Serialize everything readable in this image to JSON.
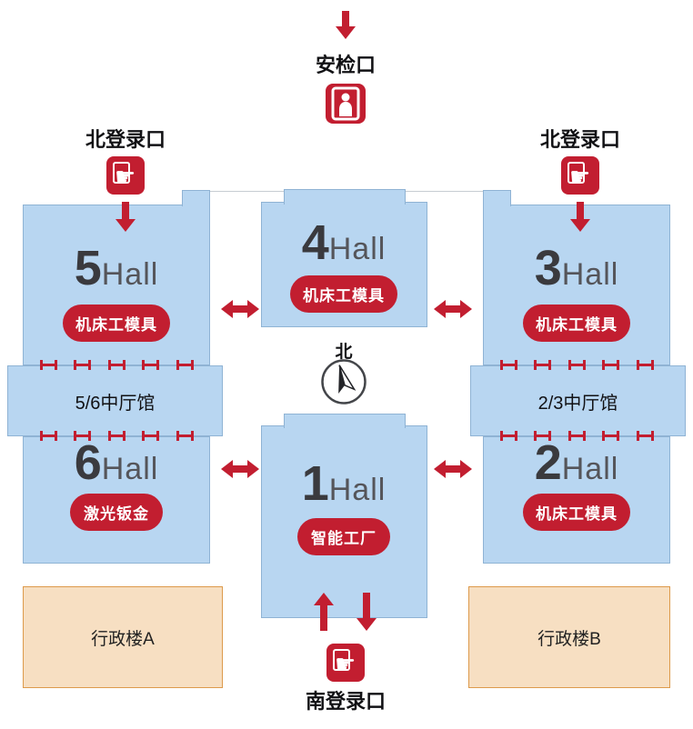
{
  "colors": {
    "red": "#c21e30",
    "hall_fill": "#b8d6f1",
    "hall_border": "#8fb3d4",
    "admin_fill": "#f7dfc2",
    "admin_border": "#dd9a4b"
  },
  "icons": {
    "hand_glyph": "☛",
    "entrance_icon": "hand-card-icon",
    "security_icon": "person-gate-icon",
    "door_icon": "door-marker-icon",
    "compass_icon": "compass-icon"
  },
  "security": {
    "label": "安检口"
  },
  "entrances": {
    "north_left": {
      "label": "北登录口"
    },
    "north_right": {
      "label": "北登录口"
    },
    "south": {
      "label": "南登录口"
    }
  },
  "halls": {
    "h5": {
      "number": "5",
      "word": "Hall",
      "tag": "机床工模具"
    },
    "h4": {
      "number": "4",
      "word": "Hall",
      "tag": "机床工模具"
    },
    "h3": {
      "number": "3",
      "word": "Hall",
      "tag": "机床工模具"
    },
    "h6": {
      "number": "6",
      "word": "Hall",
      "tag": "激光钣金"
    },
    "h1": {
      "number": "1",
      "word": "Hall",
      "tag": "智能工厂"
    },
    "h2": {
      "number": "2",
      "word": "Hall",
      "tag": "机床工模具"
    }
  },
  "atriums": {
    "left": "5/6中厅馆",
    "right": "2/3中厅馆"
  },
  "compass": {
    "label": "北"
  },
  "admin": {
    "left": "行政楼A",
    "right": "行政楼B"
  }
}
